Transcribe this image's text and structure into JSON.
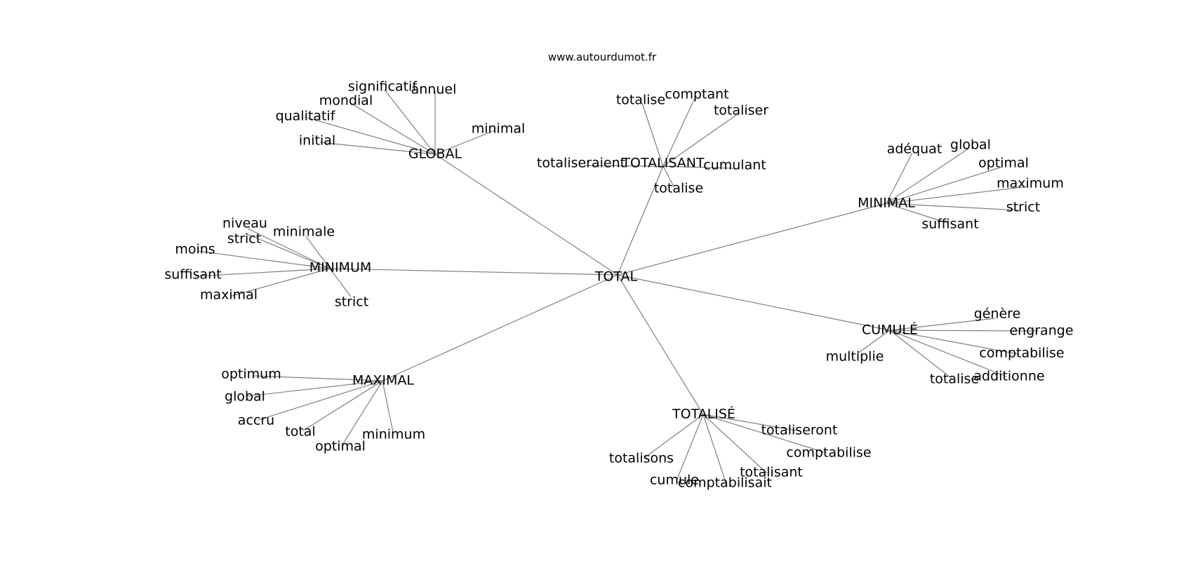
{
  "source_label": "www.autourdumot.fr",
  "graph": {
    "center": "TOTAL",
    "hubs": [
      {
        "id": "global",
        "label": "GLOBAL",
        "leaves": [
          "significatif",
          "annuel",
          "mondial",
          "qualitatif",
          "minimal",
          "initial"
        ]
      },
      {
        "id": "totalisant",
        "label": "TOTALISANT",
        "leaves": [
          "totalise",
          "comptant",
          "totaliser",
          "totaliseraient",
          "cumulant",
          "totalise"
        ]
      },
      {
        "id": "minimal",
        "label": "MINIMAL",
        "leaves": [
          "adéquat",
          "global",
          "optimal",
          "maximum",
          "strict",
          "suffisant"
        ]
      },
      {
        "id": "minimum",
        "label": "MINIMUM",
        "leaves": [
          "niveau",
          "minimale",
          "strict",
          "moins",
          "suffisant",
          "maximal",
          "strict"
        ]
      },
      {
        "id": "cumule",
        "label": "CUMULÉ",
        "leaves": [
          "génère",
          "engrange",
          "multiplie",
          "comptabilise",
          "additionne",
          "totalise"
        ]
      },
      {
        "id": "maximal",
        "label": "MAXIMAL",
        "leaves": [
          "optimum",
          "global",
          "accru",
          "total",
          "minimum",
          "optimal"
        ]
      },
      {
        "id": "totalise",
        "label": "TOTALISÉ",
        "leaves": [
          "totaliseront",
          "comptabilise",
          "totalisons",
          "totalisant",
          "cumule",
          "comptabilisait"
        ]
      }
    ]
  }
}
